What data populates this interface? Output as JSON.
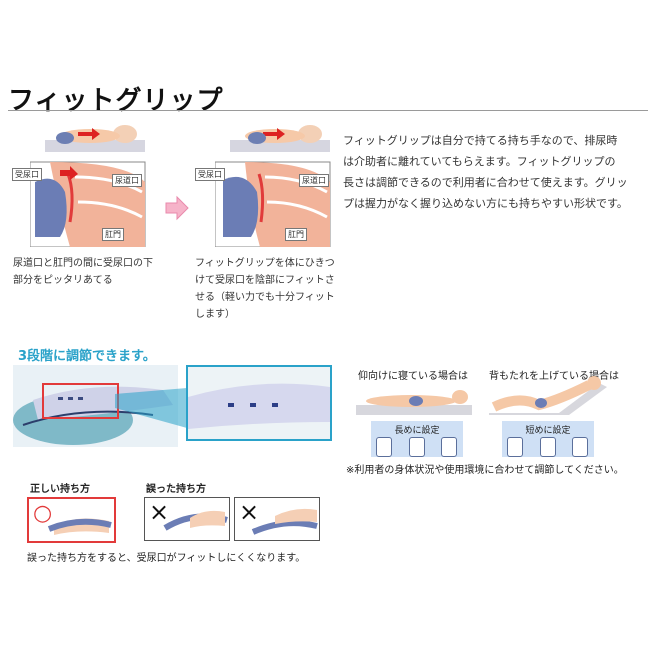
{
  "header": {
    "title": "フィットグリップ"
  },
  "illustration_left": {
    "labels": {
      "urethra": "受尿口",
      "opening": "尿道口",
      "anus": "肛門"
    },
    "caption": [
      "尿道口と肛門の間に受尿口の下",
      "部分をピッタリあてる"
    ]
  },
  "illustration_right": {
    "labels": {
      "urethra": "受尿口",
      "opening": "尿道口",
      "anus": "肛門"
    },
    "caption": [
      "フィットグリップを体にひきつ",
      "けて受尿口を陰部にフィットさ",
      "せる（軽い力でも十分フィット",
      "します）"
    ]
  },
  "description": [
    "フィットグリップは自分で持てる持ち手なので、排尿時",
    "は介助者に離れていてもらえます。フィットグリップの",
    "長さは調節できるので利用者に合わせて使えます。グリッ",
    "プは握力がなく握り込めない方にも持ちやすい形状です。"
  ],
  "adjust": {
    "heading": "3段階に調節できます。"
  },
  "positions": {
    "lying": {
      "caption": "仰向けに寝ている場合は",
      "setting": "長めに設定"
    },
    "raised": {
      "caption": "背もたれを上げている場合は",
      "setting": "短めに設定"
    },
    "note": "※利用者の身体状況や使用環境に合わせて調節してください。"
  },
  "holding": {
    "correct_label": "正しい持ち方",
    "wrong_label": "誤った持ち方",
    "correct_mark": "○",
    "wrong_mark": "×",
    "caption": "誤った持ち方をすると、受尿口がフィットしにくくなります。"
  },
  "colors": {
    "accent_red": "#e23a3a",
    "accent_blue": "#2aa2c9",
    "pink_arrow": "#f6b3c9",
    "setting_box": "#cfe0f5"
  }
}
